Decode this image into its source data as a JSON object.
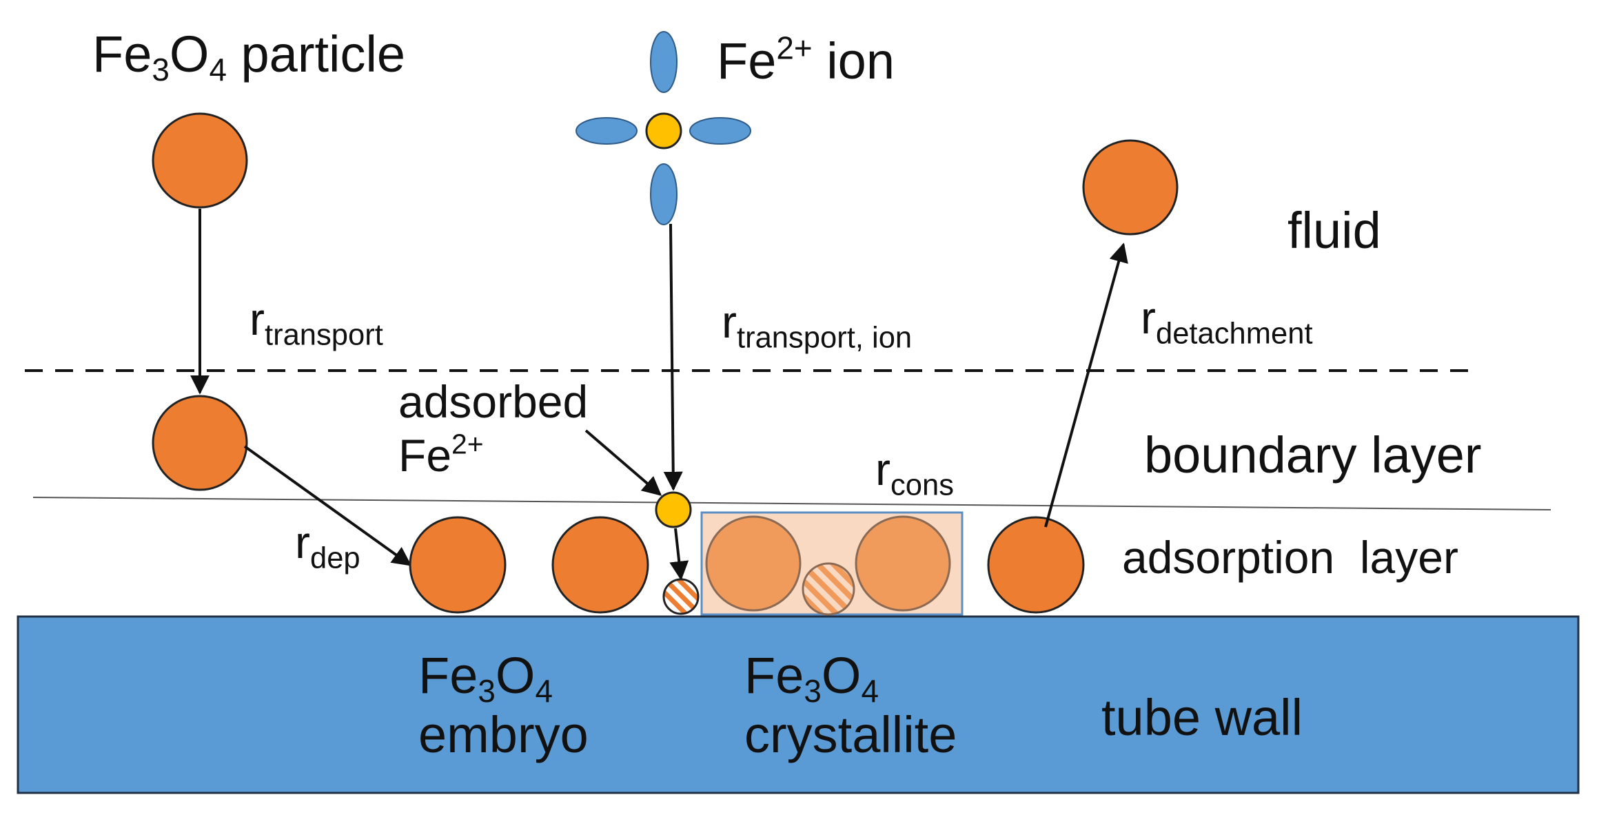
{
  "labels": {
    "fe3o4_particle": {
      "main": "Fe",
      "sub1": "3",
      "mid": "O",
      "sub2": "4",
      "tail": " particle"
    },
    "fe2_ion": {
      "main": "Fe",
      "sup": "2+",
      "tail": " ion"
    },
    "fluid": "fluid",
    "boundary_layer": "boundary layer",
    "adsorption_layer": "adsorption  layer",
    "adsorbed_line1": "adsorbed",
    "adsorbed_line2": {
      "main": "Fe",
      "sup": "2+"
    },
    "embryo": {
      "main": "Fe",
      "sub1": "3",
      "mid": "O",
      "sub2": "4",
      "line2": "embryo"
    },
    "crystallite": {
      "main": "Fe",
      "sub1": "3",
      "mid": "O",
      "sub2": "4",
      "line2": "crystallite"
    },
    "tube_wall": "tube wall"
  },
  "rates": {
    "transport": {
      "r": "r",
      "sub": "transport"
    },
    "transport_ion": {
      "r": "r",
      "sub": "transport, ion"
    },
    "detachment": {
      "r": "r",
      "sub": "detachment"
    },
    "dep": {
      "r": "r",
      "sub": "dep"
    },
    "cons": {
      "r": "r",
      "sub": "cons"
    }
  },
  "colors": {
    "particle": "#ED7D31",
    "crystallite_particle": "#F09A5C",
    "crystallite_box": "#FAD9C2",
    "crystallite_box_border": "#5B8EC4",
    "ion_orbital": "#5B9BD5",
    "ion_core": "#FFC000",
    "tube_wall": "#5B9BD5",
    "outline": "#222222"
  }
}
